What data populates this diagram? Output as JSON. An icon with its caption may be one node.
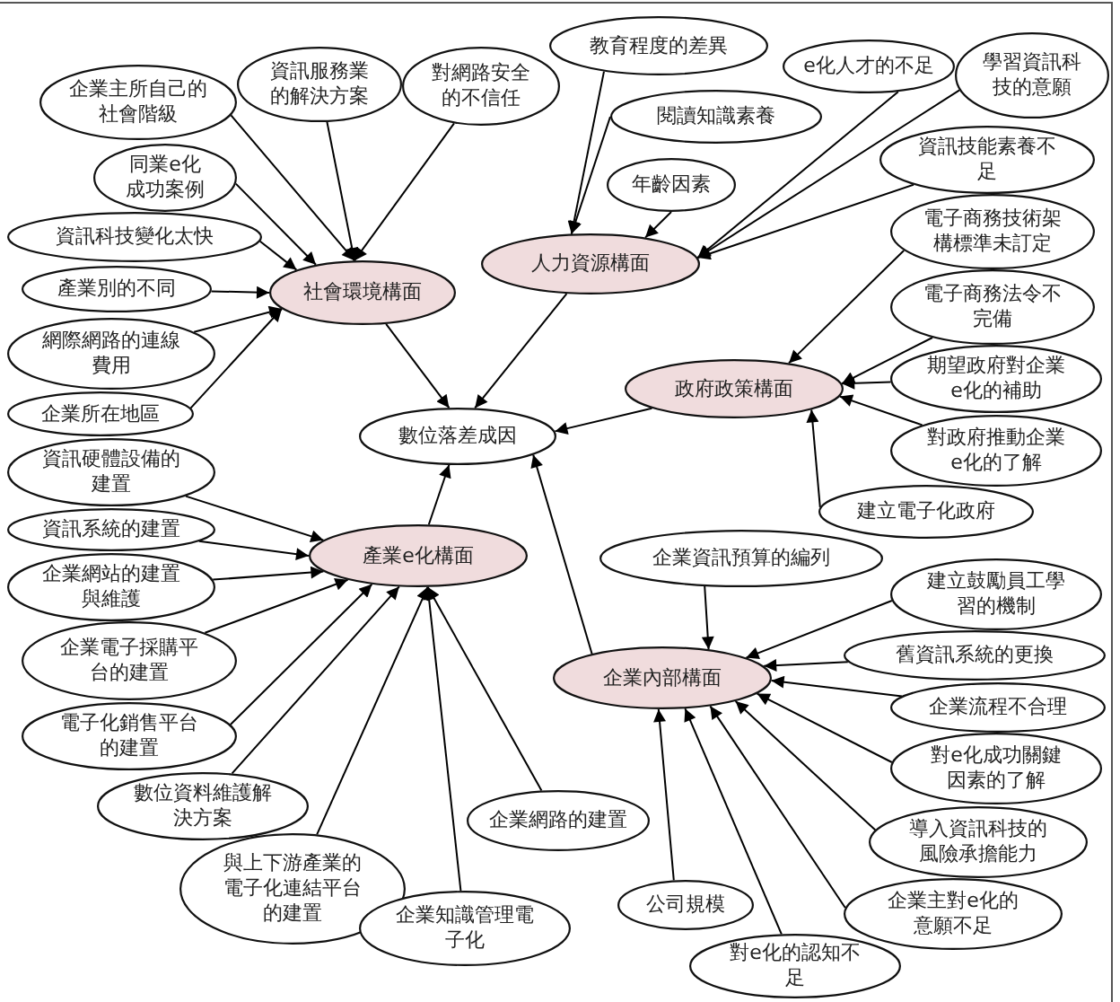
{
  "diagram": {
    "nodes": [
      {
        "text": [
          "企業主所自己的社會階級"
        ]
      },
      {
        "text": [
          "資訊服務業的解決方案"
        ]
      },
      {
        "text": [
          "對網路安全的不信任"
        ]
      },
      {
        "text": [
          "教育程度的差異"
        ]
      },
      {
        "text": [
          "e化人才的不足"
        ]
      },
      {
        "text": [
          "學習資訊科技的意願"
        ]
      },
      {
        "text": [
          "閱讀知識素養"
        ]
      },
      {
        "text": [
          "資訊技能素養不足"
        ]
      },
      {
        "text": [
          "同業e化成功案例"
        ]
      },
      {
        "text": [
          "年齡因素"
        ]
      },
      {
        "text": [
          "資訊科技變化太快"
        ]
      },
      {
        "text": [
          "電子商務技術架構標準未訂定"
        ]
      },
      {
        "text": [
          "產業別的不同"
        ]
      },
      {
        "text": [
          "社會環境構面"
        ]
      },
      {
        "text": [
          "人力資源構面"
        ]
      },
      {
        "text": [
          "電子商務法令不完備"
        ]
      },
      {
        "text": [
          "網際網路的連線費用"
        ]
      },
      {
        "text": [
          "期望政府對企業e化的補助"
        ]
      },
      {
        "text": [
          "政府政策構面"
        ]
      },
      {
        "text": [
          "企業所在地區"
        ]
      },
      {
        "text": [
          "數位落差成因"
        ]
      },
      {
        "text": [
          "對政府推動企業e化的了解"
        ]
      },
      {
        "text": [
          "資訊硬體設備的建置"
        ]
      },
      {
        "text": [
          "建立電子化政府"
        ]
      },
      {
        "text": [
          "資訊系統的建置"
        ]
      },
      {
        "text": [
          "產業e化構面"
        ]
      },
      {
        "text": [
          "企業資訊預算的編列"
        ]
      },
      {
        "text": [
          "企業網站的建置與維護"
        ]
      },
      {
        "text": [
          "建立鼓勵員工學習的機制"
        ]
      },
      {
        "text": [
          "企業電子採購平台的建置"
        ]
      },
      {
        "text": [
          "舊資訊系統的更換"
        ]
      },
      {
        "text": [
          "企業內部構面"
        ]
      },
      {
        "text": [
          "企業流程不合理"
        ]
      },
      {
        "text": [
          "電子化銷售平台的建置"
        ]
      },
      {
        "text": [
          "對e化成功關鍵因素的了解"
        ]
      },
      {
        "text": [
          "數位資料維護解決方案"
        ]
      },
      {
        "text": [
          "企業網路的建置"
        ]
      },
      {
        "text": [
          "與上下游產業的電子化連結平台的建置"
        ]
      },
      {
        "text": [
          "企業知識管理電子化"
        ]
      },
      {
        "text": [
          "企業主對e化的意願不足"
        ]
      },
      {
        "text": [
          "導入資訊科技的風險承擔能力"
        ]
      },
      {
        "text": [
          "公司規模"
        ]
      },
      {
        "text": [
          "對e化的認知不足"
        ]
      }
    ],
    "edges": [
      {
        "from": 0,
        "to": 13,
        "arrow": "to"
      },
      {
        "from": 1,
        "to": 13,
        "arrow": "to"
      },
      {
        "from": 2,
        "to": 13,
        "arrow": "to"
      },
      {
        "from": 8,
        "to": 13,
        "arrow": "to"
      },
      {
        "from": 10,
        "to": 13,
        "arrow": "to"
      },
      {
        "from": 12,
        "to": 13,
        "arrow": "to"
      },
      {
        "from": 16,
        "to": 13,
        "arrow": "to"
      },
      {
        "from": 19,
        "to": 13,
        "arrow": "to"
      },
      {
        "from": 3,
        "to": 14,
        "arrow": "to"
      },
      {
        "from": 6,
        "to": 14,
        "arrow": "to"
      },
      {
        "from": 9,
        "to": 14,
        "arrow": "to"
      },
      {
        "from": 4,
        "to": 14,
        "arrow": "to"
      },
      {
        "from": 5,
        "to": 14,
        "arrow": "to"
      },
      {
        "from": 7,
        "to": 14,
        "arrow": "to"
      },
      {
        "from": 11,
        "to": 18,
        "arrow": "to"
      },
      {
        "from": 15,
        "to": 18,
        "arrow": "to"
      },
      {
        "from": 17,
        "to": 18,
        "arrow": "to"
      },
      {
        "from": 21,
        "to": 18,
        "arrow": "to"
      },
      {
        "from": 23,
        "to": 18,
        "arrow": "to"
      },
      {
        "from": 22,
        "to": 25,
        "arrow": "to"
      },
      {
        "from": 24,
        "to": 25,
        "arrow": "to"
      },
      {
        "from": 27,
        "to": 25,
        "arrow": "to"
      },
      {
        "from": 29,
        "to": 25,
        "arrow": "to"
      },
      {
        "from": 33,
        "to": 25,
        "arrow": "to"
      },
      {
        "from": 35,
        "to": 25,
        "arrow": "to"
      },
      {
        "from": 37,
        "to": 25,
        "arrow": "to"
      },
      {
        "from": 38,
        "to": 25,
        "arrow": "to"
      },
      {
        "from": 36,
        "to": 25,
        "arrow": "to"
      },
      {
        "from": 26,
        "to": 31,
        "arrow": "to"
      },
      {
        "from": 28,
        "to": 31,
        "arrow": "to"
      },
      {
        "from": 30,
        "to": 31,
        "arrow": "to"
      },
      {
        "from": 32,
        "to": 31,
        "arrow": "to"
      },
      {
        "from": 34,
        "to": 31,
        "arrow": "to"
      },
      {
        "from": 40,
        "to": 31,
        "arrow": "to"
      },
      {
        "from": 39,
        "to": 31,
        "arrow": "to"
      },
      {
        "from": 42,
        "to": 31,
        "arrow": "to"
      },
      {
        "from": 41,
        "to": 31,
        "arrow": "to"
      },
      {
        "from": 13,
        "to": 20,
        "arrow": "to"
      },
      {
        "from": 14,
        "to": 20,
        "arrow": "to"
      },
      {
        "from": 18,
        "to": 20,
        "arrow": "to"
      },
      {
        "from": 25,
        "to": 20,
        "arrow": "to"
      },
      {
        "from": 31,
        "to": 20,
        "arrow": "to"
      }
    ]
  }
}
